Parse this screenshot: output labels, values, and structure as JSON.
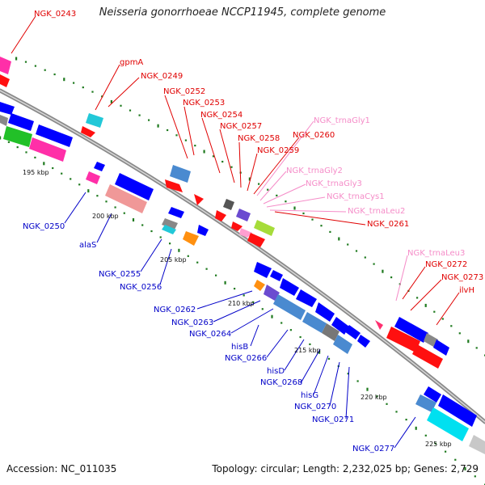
{
  "title": "Neisseria gonorrhoeae NCCP11945, complete genome",
  "footer": {
    "accession": "Accession: NC_011035",
    "topology": "Topology: circular; Length: 2,232,025 bp; Genes: 2,729"
  },
  "colors": {
    "backbone": "#909090",
    "tick": "#1f7a1f",
    "label_red": "#e00000",
    "label_blue": "#0000c8",
    "label_pink": "#f58cc8"
  },
  "kbp_labels": [
    "195 kbp",
    "200 kbp",
    "205 kbp",
    "210 kbp",
    "215 kbp",
    "220 kbp",
    "225 kbp"
  ],
  "gene_labels_red": [
    "NGK_0243",
    "gpmA",
    "NGK_0249",
    "NGK_0252",
    "NGK_0253",
    "NGK_0254",
    "NGK_0257",
    "NGK_0258",
    "NGK_0260",
    "NGK_0259",
    "NGK_0261",
    "NGK_0272",
    "NGK_0273",
    "ilvH"
  ],
  "gene_labels_pink": [
    "NGK_trnaGly1",
    "NGK_trnaGly2",
    "NGK_trnaGly3",
    "NGK_trnaCys1",
    "NGK_trnaLeu2",
    "NGK_trnaLeu3"
  ],
  "gene_labels_blue": [
    "NGK_0250",
    "alaS",
    "NGK_0255",
    "NGK_0256",
    "NGK_0262",
    "NGK_0263",
    "NGK_0264",
    "hisB",
    "NGK_0266",
    "hisD",
    "NGK_0268",
    "hisG",
    "NGK_0270",
    "NGK_0271",
    "NGK_0277"
  ]
}
